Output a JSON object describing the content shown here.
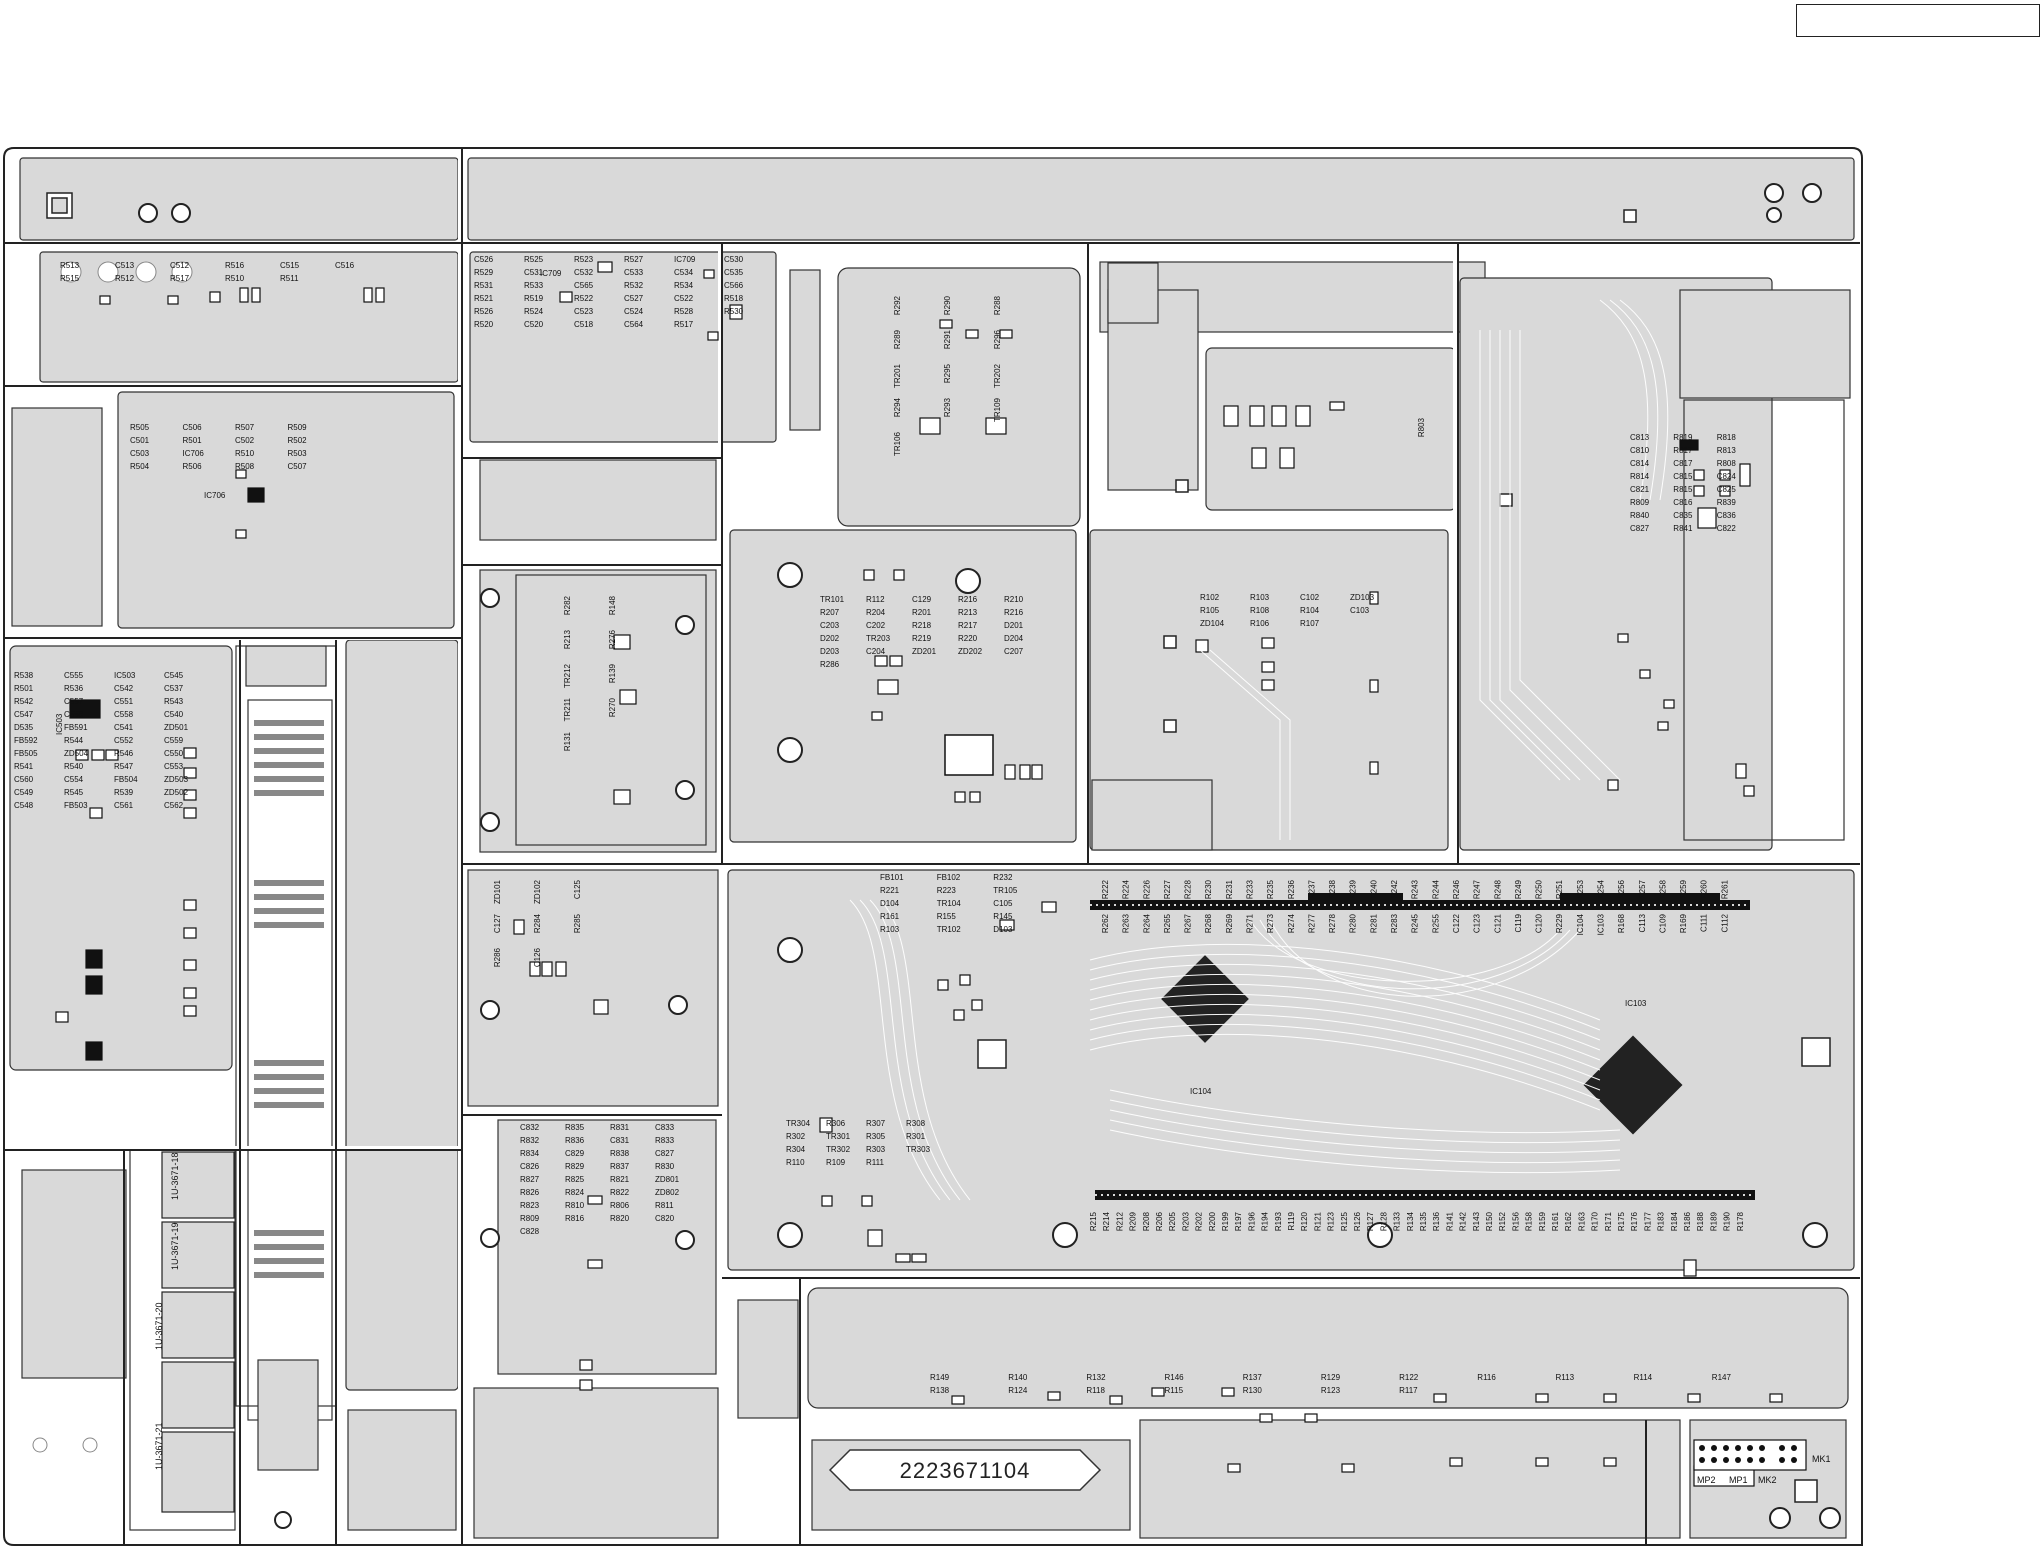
{
  "header_box": "",
  "part_number": "2223671104",
  "colors": {
    "board": "#d9d9d9",
    "outline": "#222222",
    "trace": "#ffffff",
    "pad": "#1a1a1a"
  },
  "connectors": [
    "1U-3671-18",
    "1U-3671-19",
    "1U-3671-20",
    "1U-3671-21"
  ],
  "corner_labels": {
    "mk1": "MK1",
    "mk2": "MK2",
    "mp1": "MP1",
    "mp2": "MP2"
  },
  "ics": [
    "IC709",
    "IC706",
    "IC503",
    "IC104",
    "IC103"
  ],
  "regions": [
    {
      "name": "audio-in",
      "labels": [
        [
          "R513",
          "C513",
          "C512",
          "R516",
          "C515",
          "C516",
          "R515",
          "R512",
          "R517",
          "R510",
          "R511"
        ]
      ]
    },
    {
      "name": "ic709",
      "labels": [
        [
          "C526",
          "R525",
          "R523",
          "R527",
          "IC709",
          "C530",
          "R529",
          "C531",
          "C532",
          "C533",
          "C534",
          "C535",
          "R531",
          "R533",
          "C565",
          "R532",
          "R534",
          "C566",
          "R521",
          "R519",
          "R522",
          "C527",
          "C522",
          "R518",
          "R526",
          "R524",
          "C523",
          "C524",
          "R528",
          "R530",
          "R520",
          "C520",
          "C518",
          "C564",
          "R517"
        ]
      ]
    },
    {
      "name": "tr-201",
      "labels": [
        [
          "R292",
          "R290",
          "R288",
          "R289",
          "R291",
          "R296",
          "TR201",
          "R295",
          "TR202",
          "R294",
          "R293",
          "TR109",
          "TR106"
        ]
      ]
    },
    {
      "name": "ic706",
      "labels": [
        [
          "R505",
          "C506",
          "R507",
          "R509",
          "C501",
          "R501",
          "C502",
          "R502",
          "C503",
          "IC706",
          "R510",
          "R503",
          "R504",
          "R506",
          "R508",
          "C507"
        ]
      ]
    },
    {
      "name": "r803",
      "labels": [
        [
          "R803"
        ]
      ]
    },
    {
      "name": "c800",
      "labels": [
        [
          "C813",
          "R819",
          "R818",
          "C810",
          "R817",
          "R813",
          "C814",
          "C817",
          "R808",
          "R814",
          "C815",
          "C824",
          "C821",
          "R815",
          "C825",
          "R809",
          "C816",
          "R839",
          "R840",
          "C835",
          "C836",
          "C827",
          "R841",
          "C822"
        ]
      ]
    },
    {
      "name": "tr212",
      "labels": [
        [
          "R282",
          "R148",
          "R213",
          "R276",
          "TR212",
          "R139",
          "TR211",
          "R270",
          "R131"
        ]
      ]
    },
    {
      "name": "tr203",
      "labels": [
        [
          "TR101",
          "R112",
          "C129",
          "R216",
          "R210",
          "R207",
          "R204",
          "R201",
          "R213",
          "R216",
          "C203",
          "C202",
          "R218",
          "R217",
          "D201",
          "D202",
          "TR203",
          "R219",
          "R220",
          "D204",
          "D203",
          "C204",
          "ZD201",
          "ZD202",
          "C207",
          "R286"
        ]
      ]
    },
    {
      "name": "r103",
      "labels": [
        [
          "R102",
          "R103",
          "C102",
          "ZD103",
          "R105",
          "R108",
          "R104",
          "C103",
          "ZD104",
          "R106",
          "R107"
        ]
      ]
    },
    {
      "name": "ic503",
      "labels": [
        [
          "R538",
          "C555",
          "IC503",
          "C545",
          "R501",
          "R536",
          "C542",
          "C537",
          "R542",
          "C557",
          "C551",
          "R543",
          "C547",
          "C556",
          "C558",
          "C540",
          "D535",
          "FB591",
          "C541",
          "ZD501",
          "FB592",
          "R544",
          "C552",
          "C559",
          "FB505",
          "ZD504",
          "R546",
          "C550",
          "R541",
          "R540",
          "R547",
          "C553",
          "C560",
          "C554",
          "FB504",
          "ZD503",
          "C549",
          "R545",
          "R539",
          "ZD502",
          "C548",
          "FB503",
          "C561",
          "C562"
        ]
      ]
    },
    {
      "name": "zd101",
      "labels": [
        [
          "ZD101",
          "ZD102",
          "C125",
          "C127",
          "R284",
          "R285",
          "R286",
          "C126"
        ]
      ]
    },
    {
      "name": "tr105",
      "labels": [
        [
          "FB101",
          "FB102",
          "R232",
          "R221",
          "R223",
          "TR105",
          "D104",
          "TR104",
          "C105",
          "R161",
          "R155",
          "R145",
          "R103",
          "TR102",
          "D103"
        ]
      ]
    },
    {
      "name": "tr304",
      "labels": [
        [
          "TR304",
          "R306",
          "R307",
          "R308",
          "R302",
          "TR301",
          "R305",
          "R301",
          "R304",
          "TR302",
          "R303",
          "TR303",
          "R110",
          "R109",
          "R111"
        ]
      ]
    },
    {
      "name": "ic104",
      "labels": [
        [
          "R222",
          "R224",
          "R226",
          "R227",
          "R228",
          "R230",
          "R231",
          "R233",
          "R235",
          "R236",
          "R237",
          "R238",
          "R239",
          "R240",
          "R242",
          "R243",
          "R244",
          "R246",
          "R247",
          "R248",
          "R249",
          "R250",
          "R251",
          "R253",
          "R254",
          "R256",
          "R257",
          "R258",
          "R259",
          "R260",
          "R261",
          "R262",
          "R263",
          "R264",
          "R265",
          "R267",
          "R268",
          "R269",
          "R271",
          "R273",
          "R274",
          "R277",
          "R278",
          "R280",
          "R281",
          "R283",
          "R245",
          "R255",
          "C122",
          "C123",
          "C121",
          "C119",
          "C120",
          "R229",
          "IC104",
          "IC103",
          "R168",
          "C113",
          "C109",
          "R169",
          "C111",
          "C112"
        ]
      ]
    },
    {
      "name": "r215",
      "labels": [
        [
          "R215",
          "R214",
          "R212",
          "R209",
          "R208",
          "R206",
          "R205",
          "R203",
          "R202",
          "R200",
          "R199",
          "R197",
          "R196",
          "R194",
          "R193",
          "R119",
          "R120",
          "R121",
          "R123",
          "R125",
          "R126",
          "R127",
          "R128",
          "R133",
          "R134",
          "R135",
          "R136",
          "R141",
          "R142",
          "R143",
          "R150",
          "R152",
          "R156",
          "R158",
          "R159",
          "R161",
          "R162",
          "R163",
          "R170",
          "R171",
          "R175",
          "R176",
          "R177",
          "R183",
          "R184",
          "R186",
          "R188",
          "R189",
          "R190",
          "R178"
        ]
      ]
    },
    {
      "name": "c831",
      "labels": [
        [
          "C832",
          "R835",
          "R831",
          "C833",
          "R832",
          "R836",
          "C831",
          "R833",
          "R834",
          "C829",
          "R838",
          "C827",
          "C826",
          "R829",
          "R837",
          "R830",
          "R827",
          "R825",
          "R821",
          "ZD801",
          "R826",
          "R824",
          "R822",
          "ZD802",
          "R823",
          "R810",
          "R806",
          "R811",
          "R809",
          "R816",
          "R820",
          "C820",
          "C828"
        ]
      ]
    },
    {
      "name": "r149",
      "labels": [
        [
          "R149",
          "R140",
          "R132",
          "R146",
          "R137",
          "R129",
          "R122",
          "R116",
          "R113",
          "R114",
          "R147",
          "R138",
          "R124",
          "R118",
          "R115",
          "R130",
          "R123",
          "R117"
        ]
      ]
    }
  ]
}
